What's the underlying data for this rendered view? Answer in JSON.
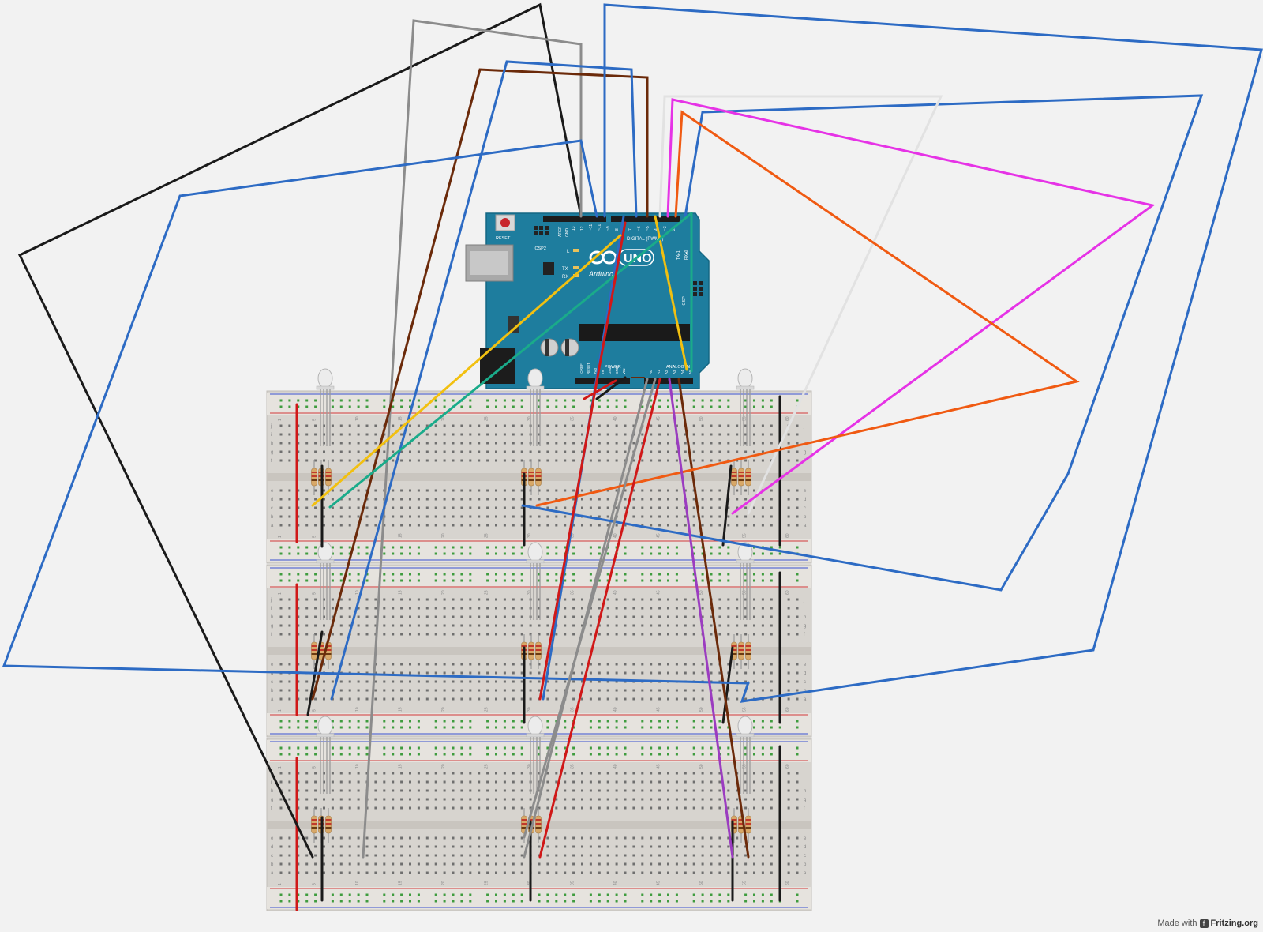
{
  "arduino": {
    "board_name": "UNO",
    "brand": "Arduino",
    "reset_label": "RESET",
    "icsp2_label": "ICSP2",
    "icsp_label": "ICSP",
    "led_l": "L",
    "led_tx": "TX",
    "led_rx": "RX",
    "aref_label": "AREF",
    "gnd_label": "GND",
    "digital_label": "DIGITAL (PWM~)",
    "tx_pin_label": "TX▸1",
    "rx_pin_label": "RX◂0",
    "power_label": "POWER",
    "analog_label": "ANALOG IN",
    "top_pins": [
      "13",
      "12",
      "~11",
      "~10",
      "~9",
      "8",
      "7",
      "~6",
      "~5",
      "4",
      "~3",
      "2"
    ],
    "power_pins": [
      "IOREF",
      "RESET",
      "3V3",
      "5V",
      "GND",
      "GND",
      "VIN"
    ],
    "analog_pins": [
      "A0",
      "A1",
      "A2",
      "A3",
      "A4",
      "A5"
    ]
  },
  "breadboard": {
    "column_numbers": [
      "1",
      "5",
      "10",
      "15",
      "20",
      "25",
      "30",
      "35",
      "40",
      "45",
      "50",
      "55",
      "60"
    ],
    "row_letters_top": [
      "j",
      "i",
      "h",
      "g",
      "f"
    ],
    "row_letters_bottom": [
      "e",
      "d",
      "c",
      "b",
      "a"
    ]
  },
  "wire_colors": {
    "black": "#1a1a1a",
    "gray": "#8c8c8c",
    "brown": "#6b2a0a",
    "blue": "#2d6bc4",
    "white": "#e2e2e2",
    "magenta": "#e633e6",
    "orange": "#f05a12",
    "yellow": "#f2c010",
    "teal": "#1aab8a",
    "red": "#d01818",
    "purple": "#9b3cc0"
  },
  "footer": {
    "made_with": "Made with",
    "brand": "Fritzing.org"
  }
}
